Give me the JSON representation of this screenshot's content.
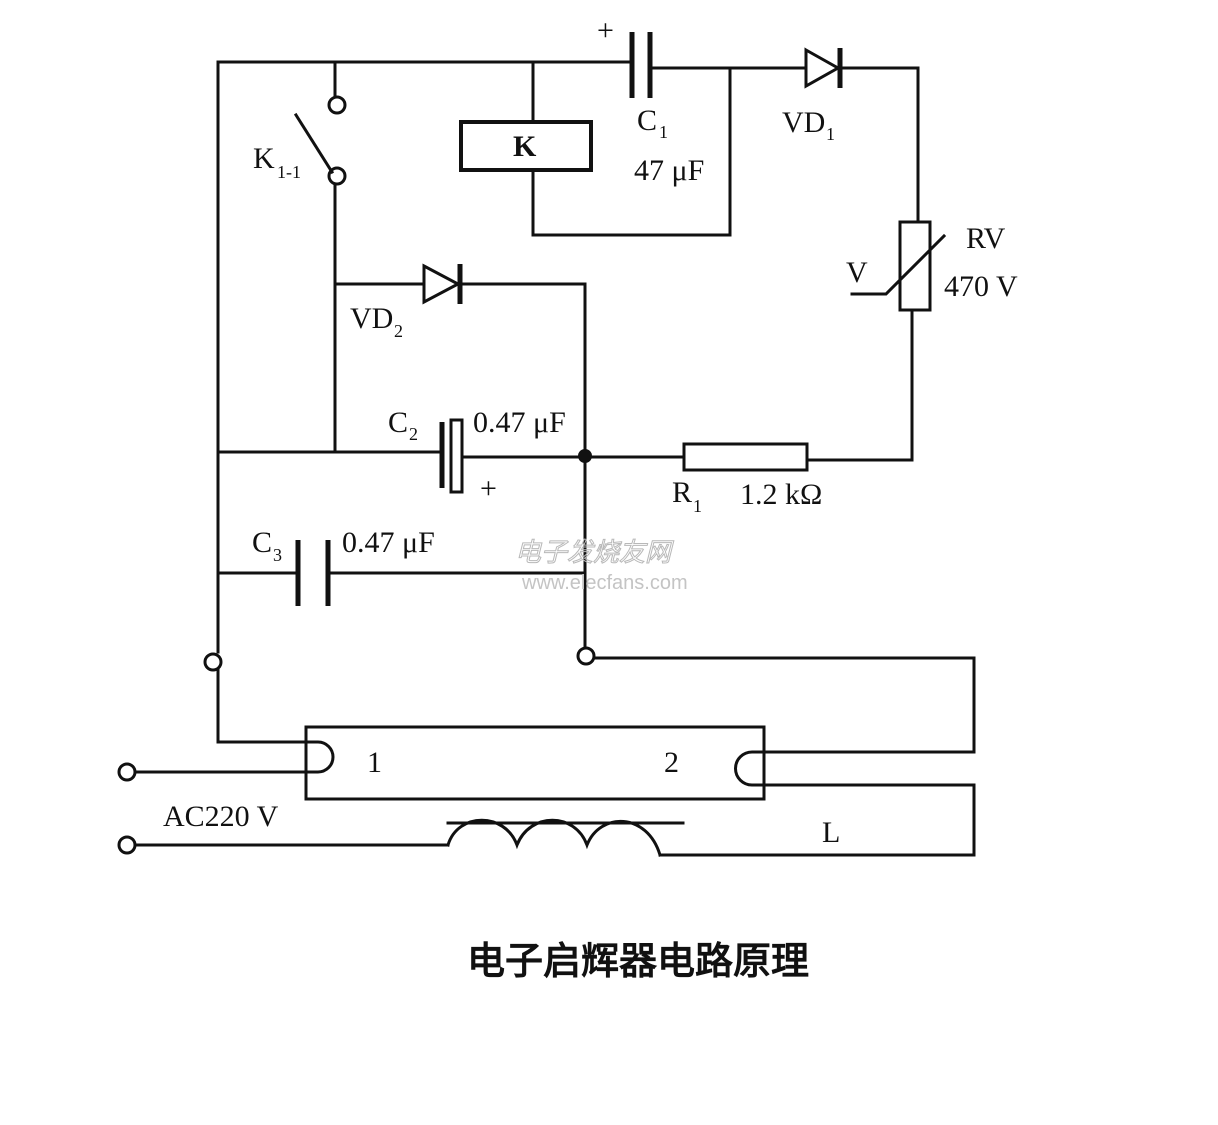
{
  "title": "电子启辉器电路原理",
  "watermark": {
    "cn": "电子发烧友网",
    "url": "www.elecfans.com"
  },
  "components": {
    "c1": {
      "ref": "C",
      "sub": "1",
      "value": "47 μF",
      "plus": "+"
    },
    "c2": {
      "ref": "C",
      "sub": "2",
      "value": "0.47 μF",
      "plus": "+"
    },
    "c3": {
      "ref": "C",
      "sub": "3",
      "value": "0.47 μF"
    },
    "vd1": {
      "ref": "VD",
      "sub": "1"
    },
    "vd2": {
      "ref": "VD",
      "sub": "2"
    },
    "rv": {
      "ref": "RV",
      "value": "470 V",
      "symbol": "V"
    },
    "r1": {
      "ref": "R",
      "sub": "1",
      "value": "1.2 kΩ"
    },
    "relay": {
      "ref": "K"
    },
    "switch": {
      "ref": "K",
      "sub": "1-1"
    },
    "lamp": {
      "pin1": "1",
      "pin2": "2"
    },
    "inductor": {
      "ref": "L"
    },
    "source": {
      "label": "AC220 V"
    }
  }
}
